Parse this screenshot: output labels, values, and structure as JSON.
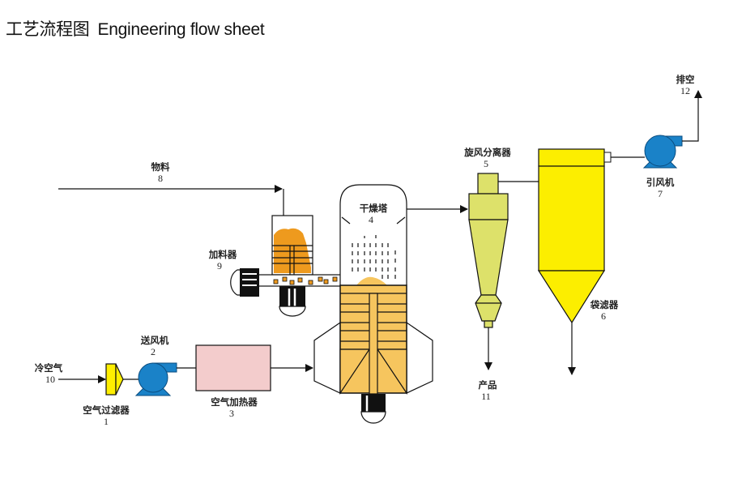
{
  "title": {
    "cn": "工艺流程图",
    "en": "Engineering flow sheet"
  },
  "colors": {
    "filter_yellow": "#ffef00",
    "fan_blue": "#1a82c8",
    "heater_pink": "#f3cccc",
    "feed_orange": "#ee9a1e",
    "tower_gold": "#f6c55e",
    "cyclone_green": "#dde16a",
    "bag_filter_yellow": "#fcee00"
  },
  "components": [
    {
      "id": "air-filter",
      "label": "空气过滤器",
      "number": "1"
    },
    {
      "id": "blower",
      "label": "送风机",
      "number": "2"
    },
    {
      "id": "air-heater",
      "label": "空气加热器",
      "number": "3"
    },
    {
      "id": "drying-tower",
      "label": "干燥塔",
      "number": "4"
    },
    {
      "id": "cyclone-separator",
      "label": "旋风分离器",
      "number": "5"
    },
    {
      "id": "bag-filter",
      "label": "袋滤器",
      "number": "6"
    },
    {
      "id": "induced-draft-fan",
      "label": "引风机",
      "number": "7"
    },
    {
      "id": "feeder",
      "label": "加料器",
      "number": "9"
    }
  ],
  "streams": [
    {
      "id": "material",
      "label": "物料",
      "number": "8"
    },
    {
      "id": "cold-air",
      "label": "冷空气",
      "number": "10"
    },
    {
      "id": "product",
      "label": "产品",
      "number": "11"
    },
    {
      "id": "exhaust",
      "label": "排空",
      "number": "12"
    }
  ]
}
